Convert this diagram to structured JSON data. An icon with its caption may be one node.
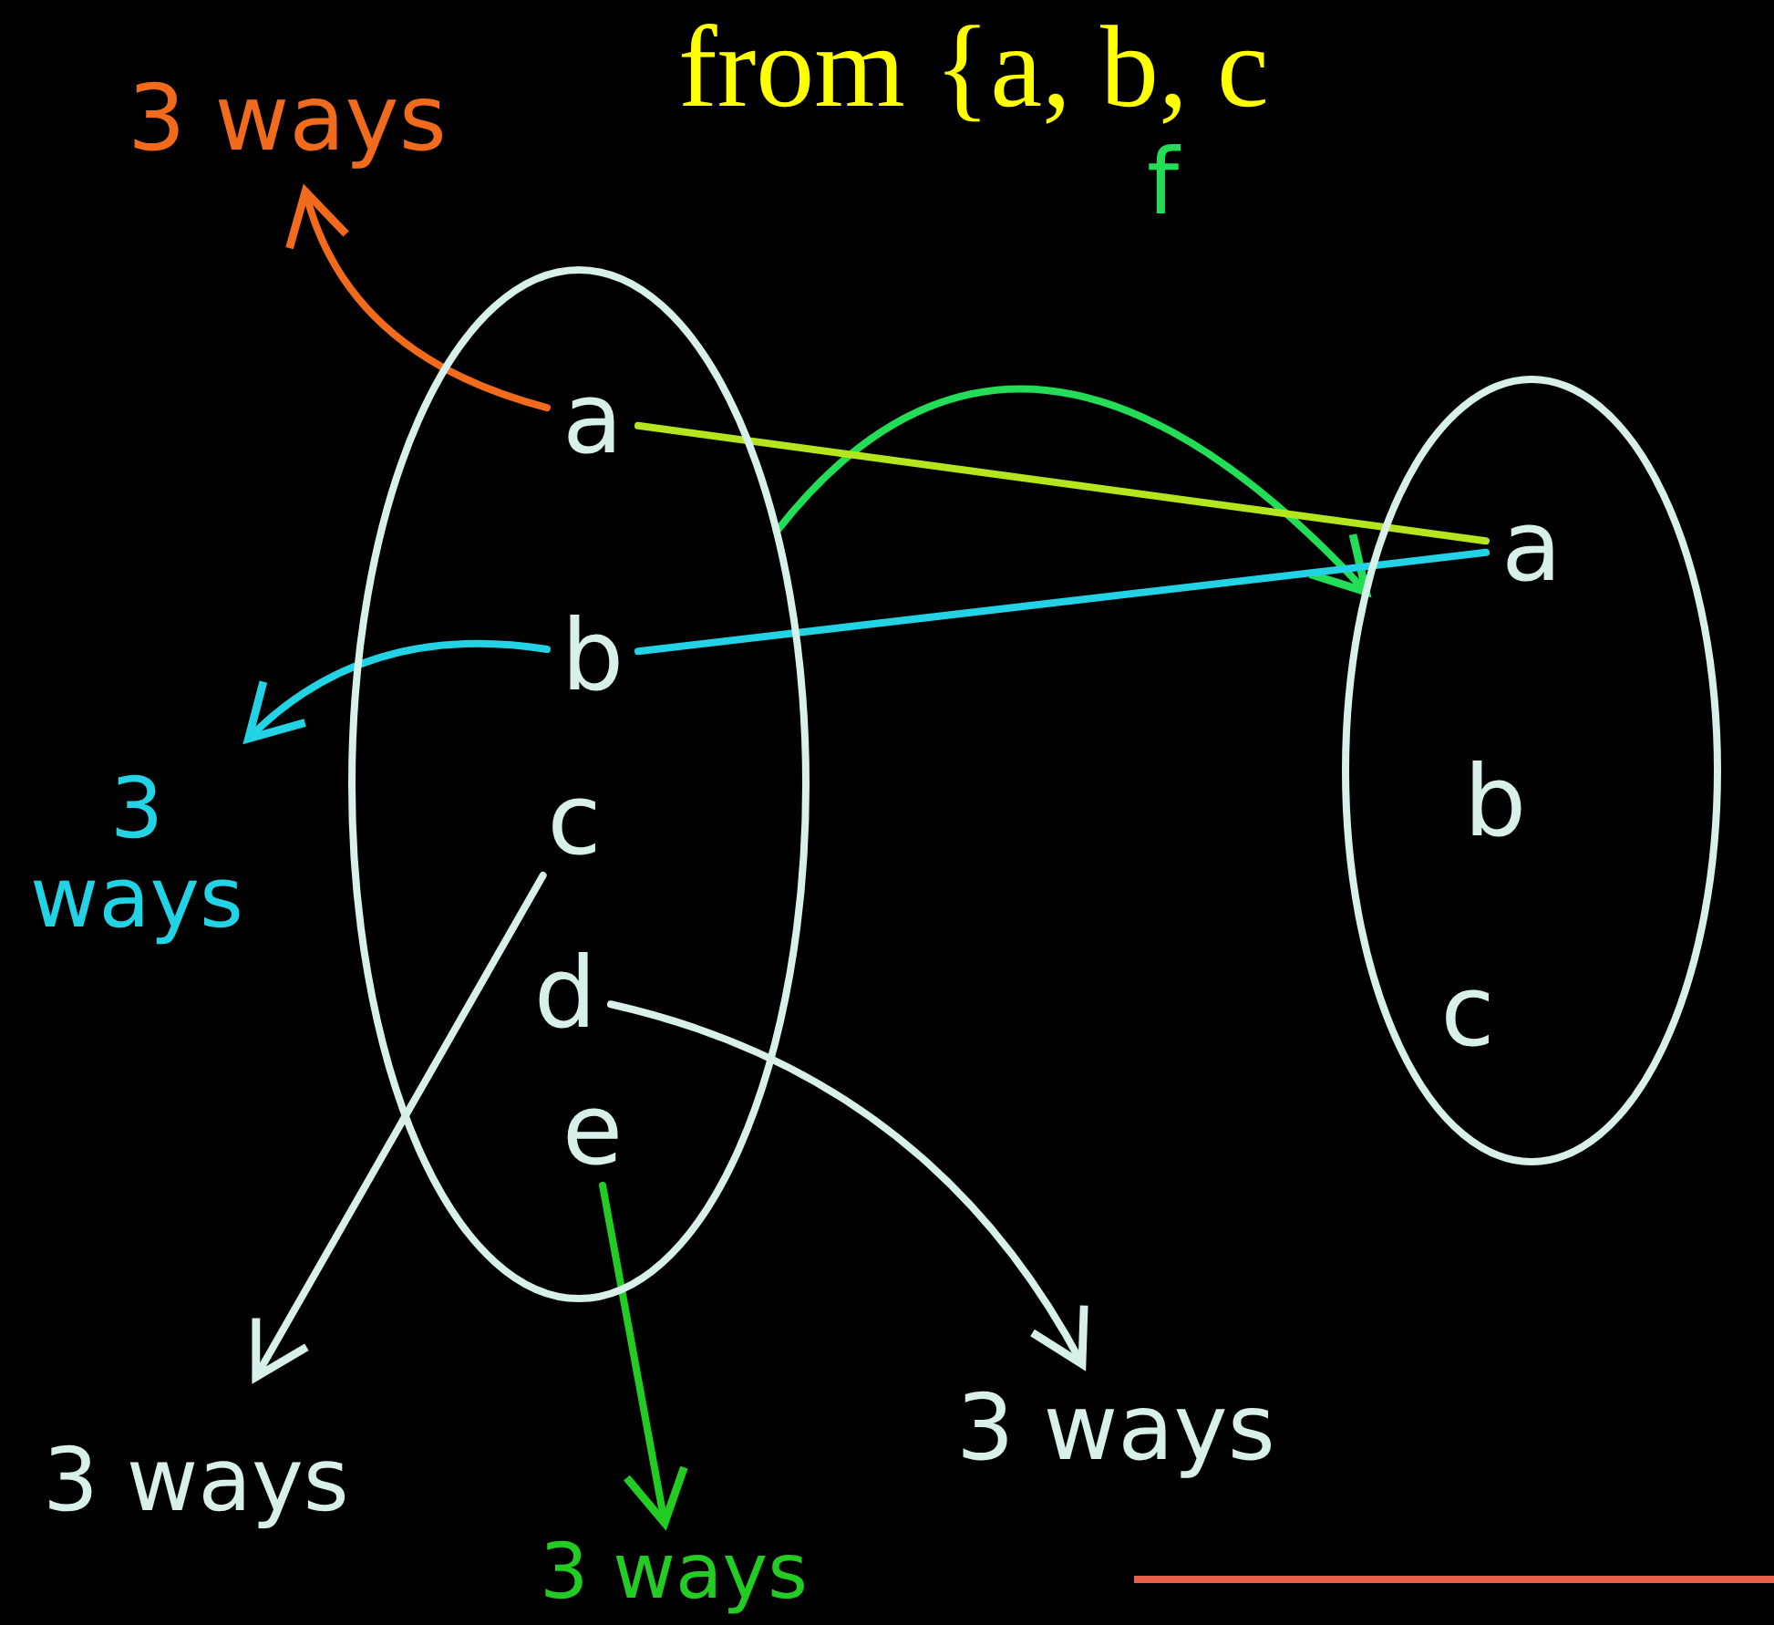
{
  "diagram": {
    "title": "from {a, b, c",
    "nodes": [
      {
        "text": [],
        "shape": "ellipse"
      },
      {
        "text": [
          "a"
        ],
        "in": 0
      },
      {
        "text": [
          "b"
        ],
        "in": 0
      },
      {
        "text": [
          "c"
        ],
        "in": 0
      },
      {
        "text": [
          "d"
        ],
        "in": 0
      },
      {
        "text": [
          "e"
        ],
        "in": 0
      },
      {
        "text": [],
        "shape": "ellipse"
      },
      {
        "text": [
          "a"
        ],
        "in": 6
      },
      {
        "text": [
          "b"
        ],
        "in": 6
      },
      {
        "text": [
          "c"
        ],
        "in": 6
      },
      {
        "text": [
          "3 ways"
        ]
      },
      {
        "text": [
          "3 ways"
        ]
      },
      {
        "text": [
          "3 ways"
        ]
      },
      {
        "text": [
          "3 ways"
        ]
      },
      {
        "text": [
          "3 ways"
        ]
      }
    ],
    "edges": [
      {
        "from": 0,
        "to": 6,
        "arrow": "to",
        "label": "f",
        "color": "#22dd55"
      },
      {
        "from": 1,
        "to": 10,
        "arrow": "to",
        "color": "#f26a1b"
      },
      {
        "from": 1,
        "to": 7,
        "arrow": "none",
        "color": "#b5e61d"
      },
      {
        "from": 2,
        "to": 7,
        "arrow": "none",
        "color": "#22d3e6"
      },
      {
        "from": 2,
        "to": 11,
        "arrow": "to",
        "color": "#22d3e6"
      },
      {
        "from": 3,
        "to": 12,
        "arrow": "to",
        "color": "#d8f0ea"
      },
      {
        "from": 4,
        "to": 14,
        "arrow": "to",
        "color": "#d8f0ea"
      },
      {
        "from": 5,
        "to": 13,
        "arrow": "to",
        "color": "#22cc22"
      }
    ]
  }
}
